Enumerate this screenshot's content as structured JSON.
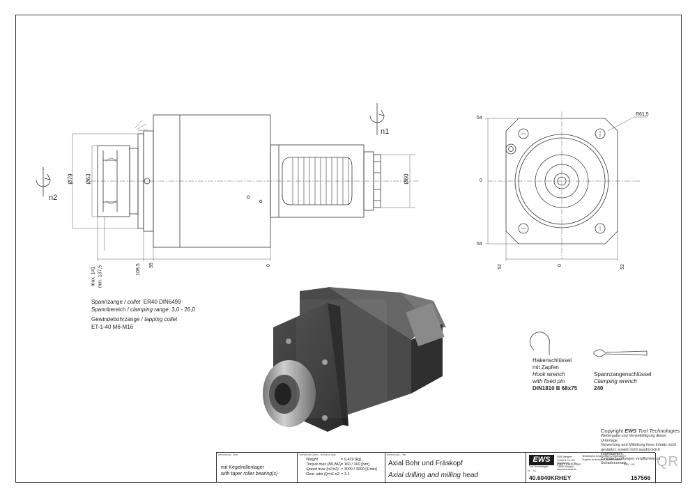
{
  "dims": {
    "left_view": {
      "d79": "Ø79",
      "d63": "Ø63",
      "d60": "Ø60",
      "x_max": "max. 141",
      "x_min": "min. 137,5",
      "x_108": "108,5",
      "x_99": "99",
      "x_0": "0"
    },
    "right_view": {
      "y_top": "54",
      "y_mid": "0",
      "y_bot": "54",
      "x_left": "52",
      "x_mid": "0",
      "x_right": "52",
      "radius": "R61,5"
    },
    "rotation": {
      "n1": "n1",
      "n2": "n2"
    }
  },
  "notes": {
    "collet_de": "Spannzange / ",
    "collet_en": "collet",
    "collet_spec": "ER40   DIN6499",
    "range_de": "Spannbereich / ",
    "range_en": "clamping range",
    "range_val": ": 3,0 - 26,0",
    "tap_de": "Gewindebohrzange / ",
    "tap_en": "tapping collet",
    "tap_spec": "ET-1-40   M6-M16"
  },
  "wrenches": {
    "hook_de1": "Hakenschlüssel",
    "hook_de2": "mit Zapfen",
    "hook_en1": "Hook wrench",
    "hook_en2": "with fixed pin",
    "hook_spec": "DIN1810 B 68x75",
    "clamp_de": "Spannzangenschlüssel",
    "clamp_en": "Clamping wrench",
    "clamp_spec": "240"
  },
  "copyright": {
    "prefix": "Copyright ",
    "brand": "EWS",
    "suffix": " Tool Technologies",
    "l1": "Weitergabe und Vervielfältigung dieser Unterlage,",
    "l2": "Verwertung und Mitteilung ihres Inhalts nicht",
    "l3": "gestattet, soweit nicht ausdrücklich zugestanden.",
    "l4": "Zuwiderhandlungen verpflichten zu Schadenersatz."
  },
  "title_block": {
    "remark_hdr": "Bemerkung - Note",
    "remark_de": "mit Kegelrollenlager",
    "remark_en": "with taper roller bearing(s)",
    "tech_hdr": "Technische Daten - technical data",
    "tech": {
      "weight_l": "Weight",
      "weight_v": "=  9,429 [kg]",
      "torque_l": "Torque max (M1/M2)",
      "torque_v": "=  160 / 160 [Nm]",
      "speed_l": "Speed max  (n1/n2)",
      "speed_v": "=  3000 / 3000 [1/min]",
      "ratio_l": "Gear ratio  (i)=n1:n2",
      "ratio_v": "=  1:1"
    },
    "name_hdr": "Benennung - Title",
    "title_de": "Axial Bohr und Fräskopf",
    "title_en": "Axial drilling and milling head",
    "logo": "EWS",
    "logo_sub": "Tool Technologies",
    "addr": "EWS Weigele GmbH & Co. KG · Maybachstr. 1 · D-73095 Uhingen · www.ews-tools.de",
    "changes_de": "Technische Änderungen vorbehalten!",
    "changes_en": "Subject to technical modifications!",
    "ident_l": "IDENT:",
    "ident_v": "EWS024392",
    "rev_l": "REV.",
    "rev_v": "1/8",
    "no_hdr": "Nr. - No.",
    "part_no": "40.6040KRHEY",
    "art_no": "157566"
  },
  "qr_text": "QR"
}
